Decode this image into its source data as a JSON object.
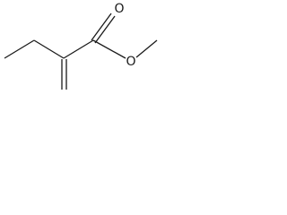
{
  "figure": {
    "type": "skeletal-structural-formula",
    "line_color": "#1a1a1a",
    "background": "#ffffff"
  },
  "atoms": {
    "carbonyl_oxygen_label": "O",
    "ester_oxygen_label": "O"
  }
}
